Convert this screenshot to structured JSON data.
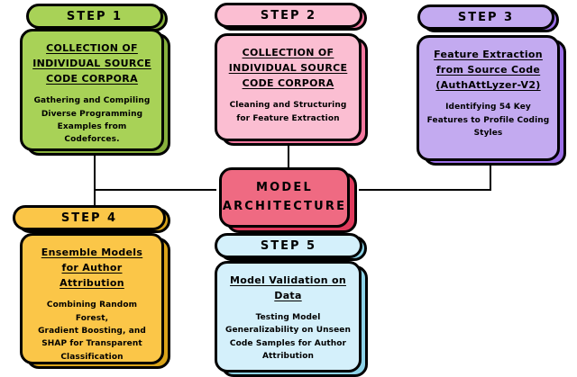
{
  "diagram": {
    "title": "MODEL ARCHITECTURE",
    "center": {
      "line1": "MODEL",
      "line2": "ARCHITECTURE",
      "fill": "#ef6a82",
      "shadow": "#e03a5c"
    },
    "steps": [
      {
        "id": "step-1",
        "badge": "STEP 1",
        "title": [
          "COLLECTION OF",
          "INDIVIDUAL SOURCE",
          "CODE CORPORA"
        ],
        "body": [
          "Gathering and Compiling",
          "Diverse Programming",
          "Examples from Codeforces."
        ],
        "fill": "#a8d257",
        "shadow": "#87b03c"
      },
      {
        "id": "step-2",
        "badge": "STEP 2",
        "title": [
          "COLLECTION OF",
          "INDIVIDUAL SOURCE",
          "CODE CORPORA"
        ],
        "body": [
          "Cleaning and Structuring",
          "for Feature Extraction"
        ],
        "fill": "#fbbed2",
        "shadow": "#f3789f"
      },
      {
        "id": "step-3",
        "badge": "STEP 3",
        "title": [
          "Feature Extraction",
          "from Source Code",
          "(AuthAttLyzer-V2)"
        ],
        "body": [
          "Identifying 54 Key",
          "Features to Profile Coding",
          "Styles"
        ],
        "fill": "#c3aaf0",
        "shadow": "#9b6fe8"
      },
      {
        "id": "step-4",
        "badge": "STEP 4",
        "title": [
          "Ensemble Models",
          "for Author",
          "Attribution"
        ],
        "body": [
          "Combining Random Forest,",
          "Gradient Boosting, and",
          "SHAP for Transparent",
          "Classification"
        ],
        "fill": "#fbc648",
        "shadow": "#d9a319"
      },
      {
        "id": "step-5",
        "badge": "STEP 5",
        "title": [
          "Model Validation on",
          "Data"
        ],
        "body": [
          "Testing Model",
          "Generalizability on Unseen",
          "Code Samples for Author",
          "Attribution"
        ],
        "fill": "#d4f0fb",
        "shadow": "#8ed3e8"
      }
    ],
    "connectors": {
      "stroke": "#000000",
      "edges": [
        "step-1 -> junction-left",
        "junction-left -> model-architecture",
        "junction-left -> step-4",
        "step-2 -> model-architecture",
        "step-3 -> junction-right",
        "junction-right -> model-architecture",
        "model-architecture -> step-5"
      ]
    }
  }
}
